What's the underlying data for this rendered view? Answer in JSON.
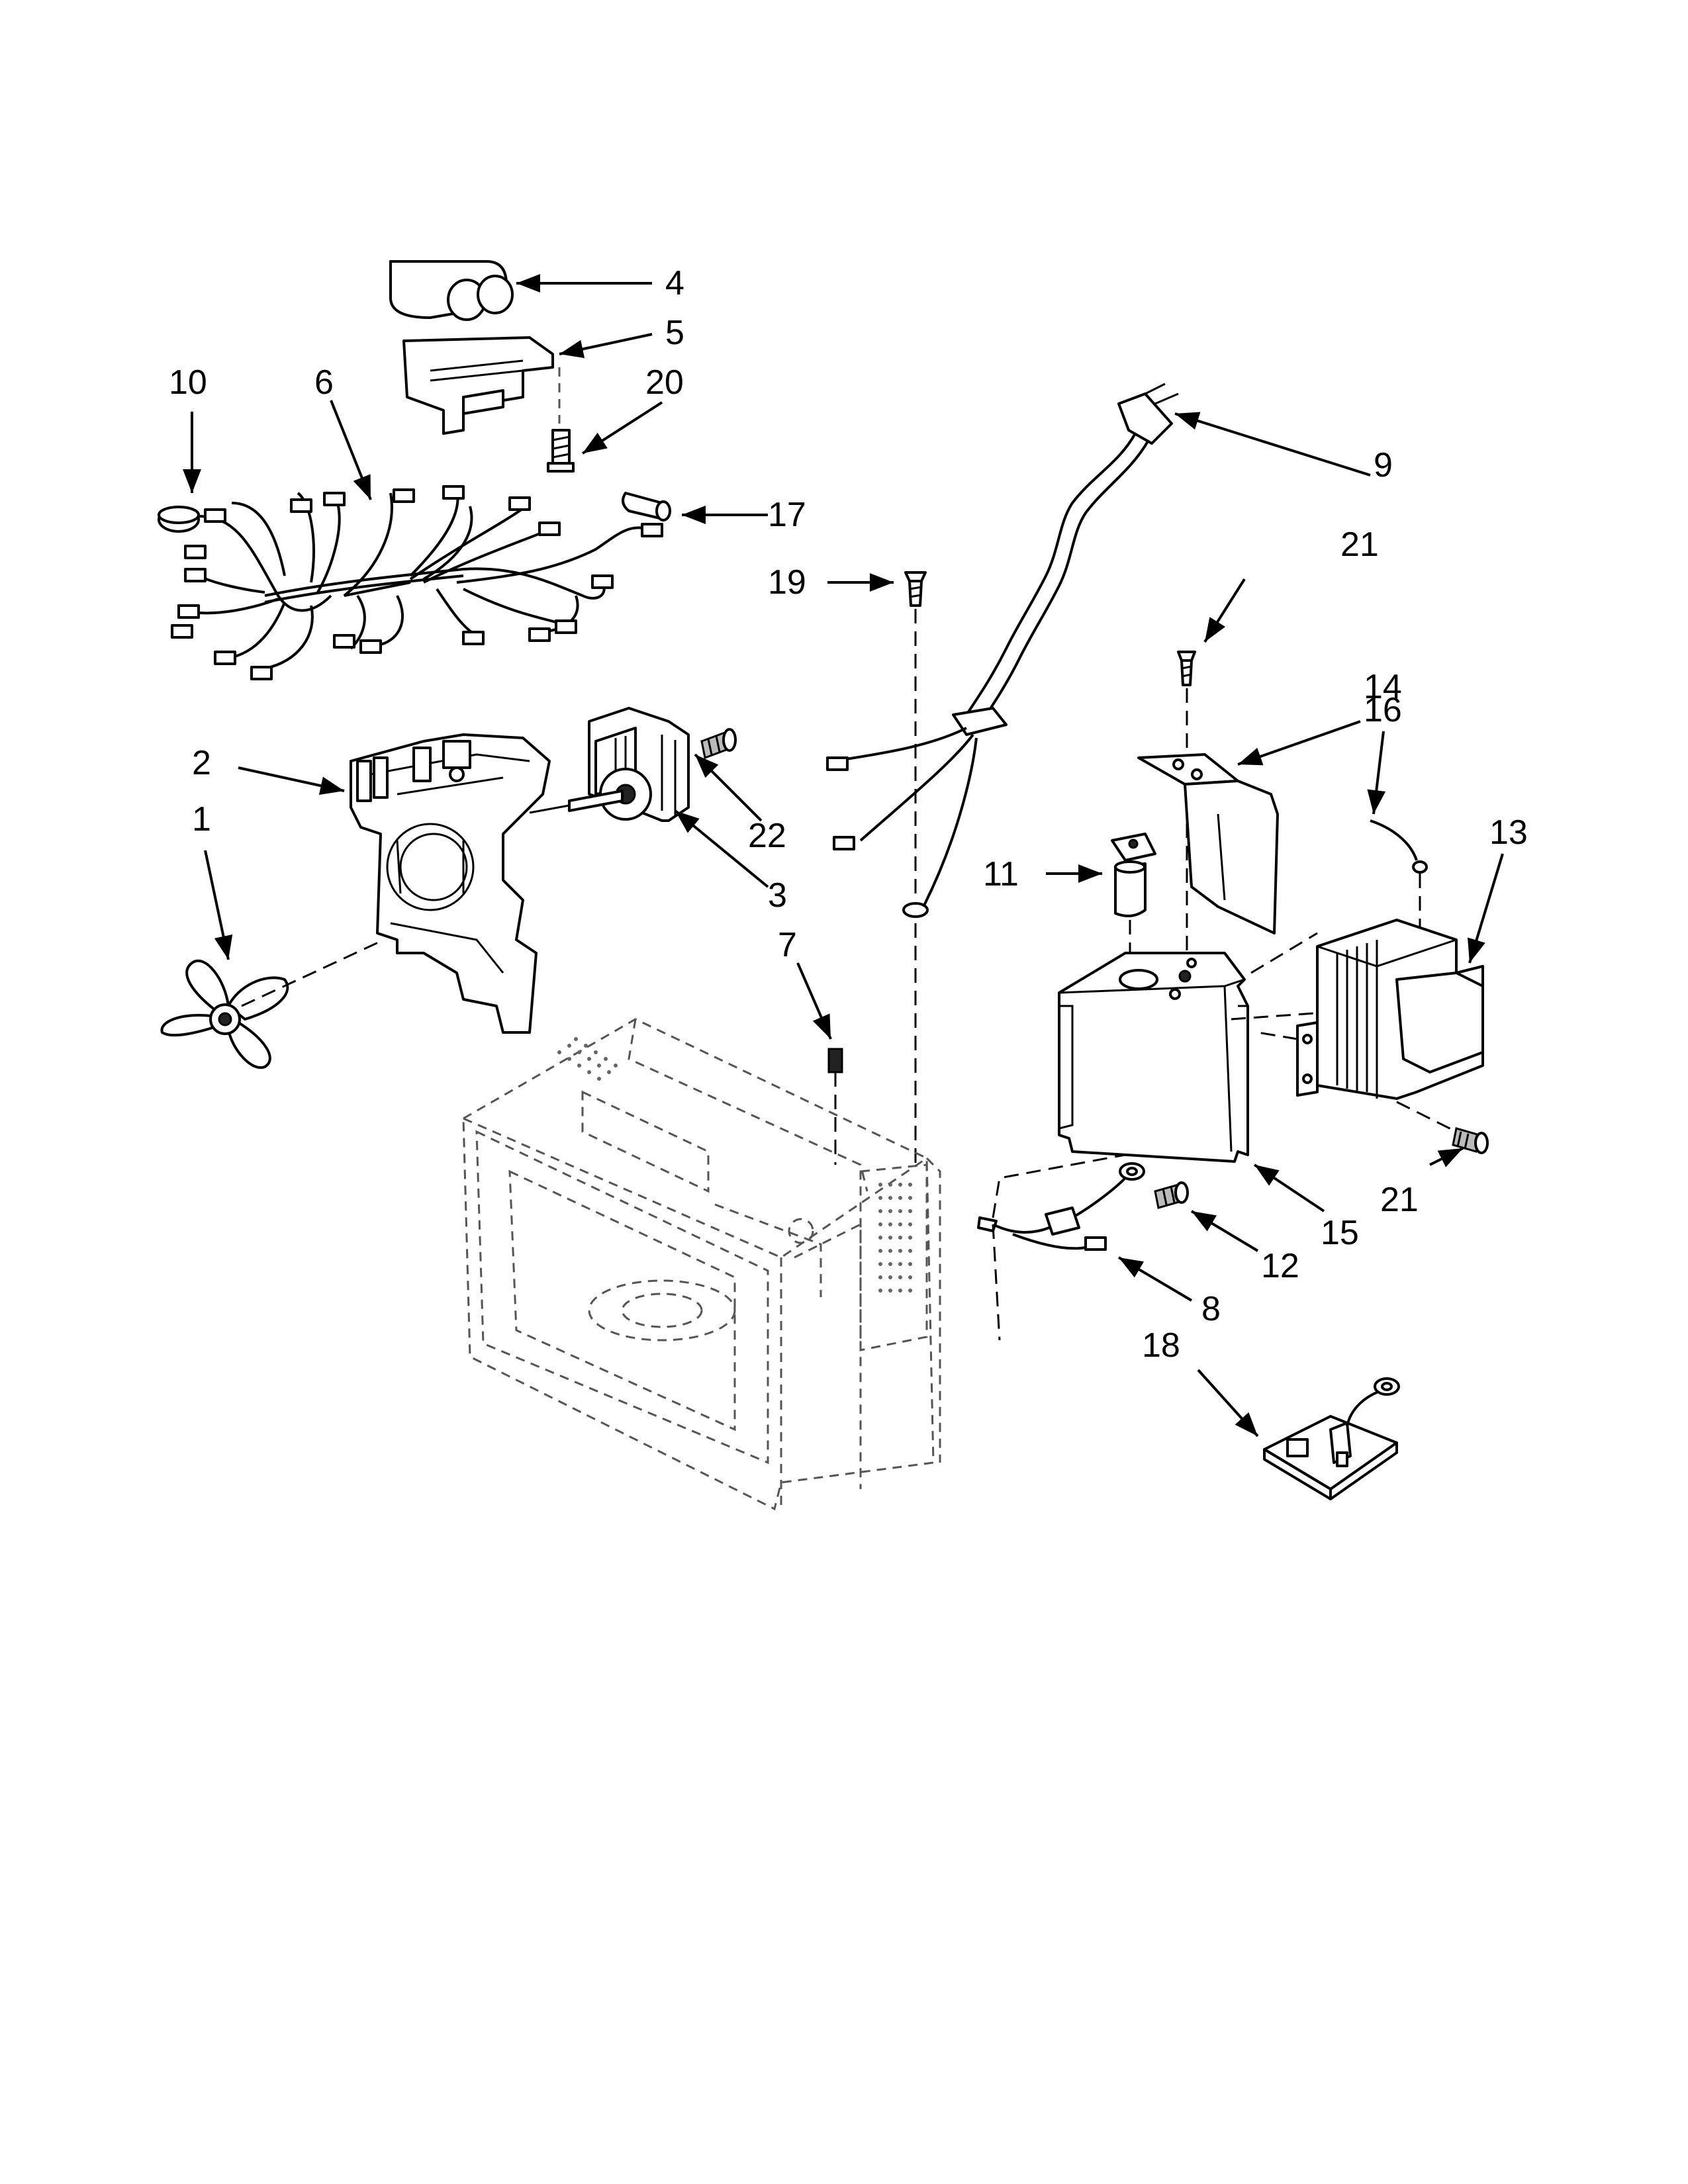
{
  "callouts": {
    "c1": "1",
    "c2": "2",
    "c3": "3",
    "c4": "4",
    "c5": "5",
    "c6": "6",
    "c7": "7",
    "c8": "8",
    "c9": "9",
    "c10": "10",
    "c11": "11",
    "c12": "12",
    "c13": "13",
    "c14": "14",
    "c15": "15",
    "c16": "16",
    "c17": "17",
    "c18": "18",
    "c19": "19",
    "c20": "20",
    "c21a": "21",
    "c21b": "21",
    "c22": "22"
  }
}
